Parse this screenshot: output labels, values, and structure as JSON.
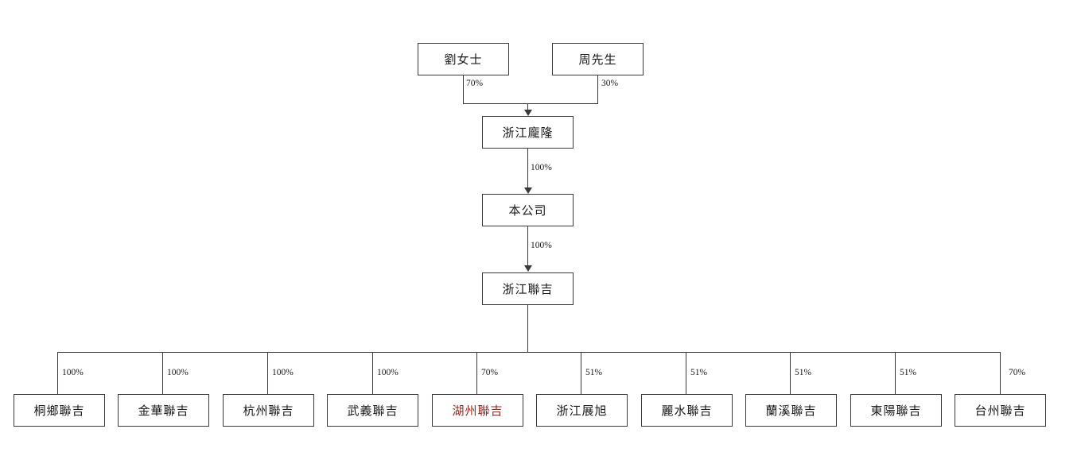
{
  "diagram": {
    "title": "Corporate shareholding structure chart",
    "nodes": {
      "liu": "劉女士",
      "zhou": "周先生",
      "panglong": "浙江龐隆",
      "company": "本公司",
      "lianji": "浙江聯吉",
      "sub1": "桐鄉聯吉",
      "sub2": "金華聯吉",
      "sub3": "杭州聯吉",
      "sub4": "武義聯吉",
      "sub5": "湖州聯吉",
      "sub6": "浙江展旭",
      "sub7": "麗水聯吉",
      "sub8": "蘭溪聯吉",
      "sub9": "東陽聯吉",
      "sub10": "台州聯吉"
    },
    "percentages": {
      "liu_to_panglong": "70%",
      "zhou_to_panglong": "30%",
      "panglong_to_company": "100%",
      "company_to_lianji": "100%",
      "sub1": "100%",
      "sub2": "100%",
      "sub3": "100%",
      "sub4": "100%",
      "sub5": "70%",
      "sub6": "51%",
      "sub7": "51%",
      "sub8": "51%",
      "sub9": "51%",
      "sub10": "70%"
    },
    "colors": {
      "line": "#3a3a3a",
      "text": "#1a1a1a",
      "highlight": "#8c2b20",
      "background": "#ffffff"
    }
  }
}
